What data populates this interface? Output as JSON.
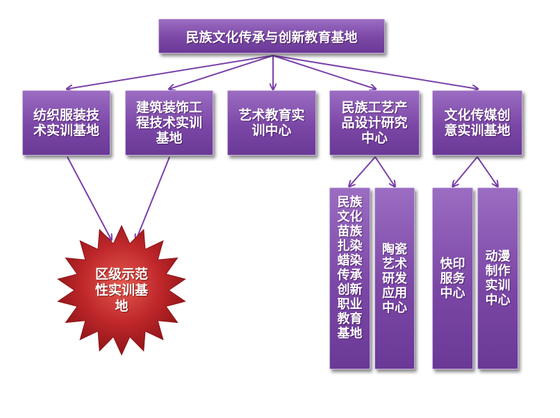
{
  "diagram": {
    "root": "民族文化传承与创新教育基地",
    "level1": [
      "纺织服装技\n术实训基地",
      "建筑装饰工\n程技术实训\n基地",
      "艺术教育实\n训中心",
      "民族工艺产\n品设计研究\n中心",
      "文化传媒创\n意实训基地"
    ],
    "level2": [
      "民族\n文化\n苗族\n扎染\n蜡染\n传承\n创新\n职业\n教育\n基地",
      "陶瓷\n艺术\n研发\n应用\n中心",
      "快印\n服务\n中心",
      "动漫\n制作\n实训\n中心"
    ],
    "star": "区级示范\n性实训基\n地"
  },
  "colors": {
    "box_fill": "#7b47a6",
    "arrow": "#7a3fa8",
    "star_fill": "#c0282b"
  }
}
